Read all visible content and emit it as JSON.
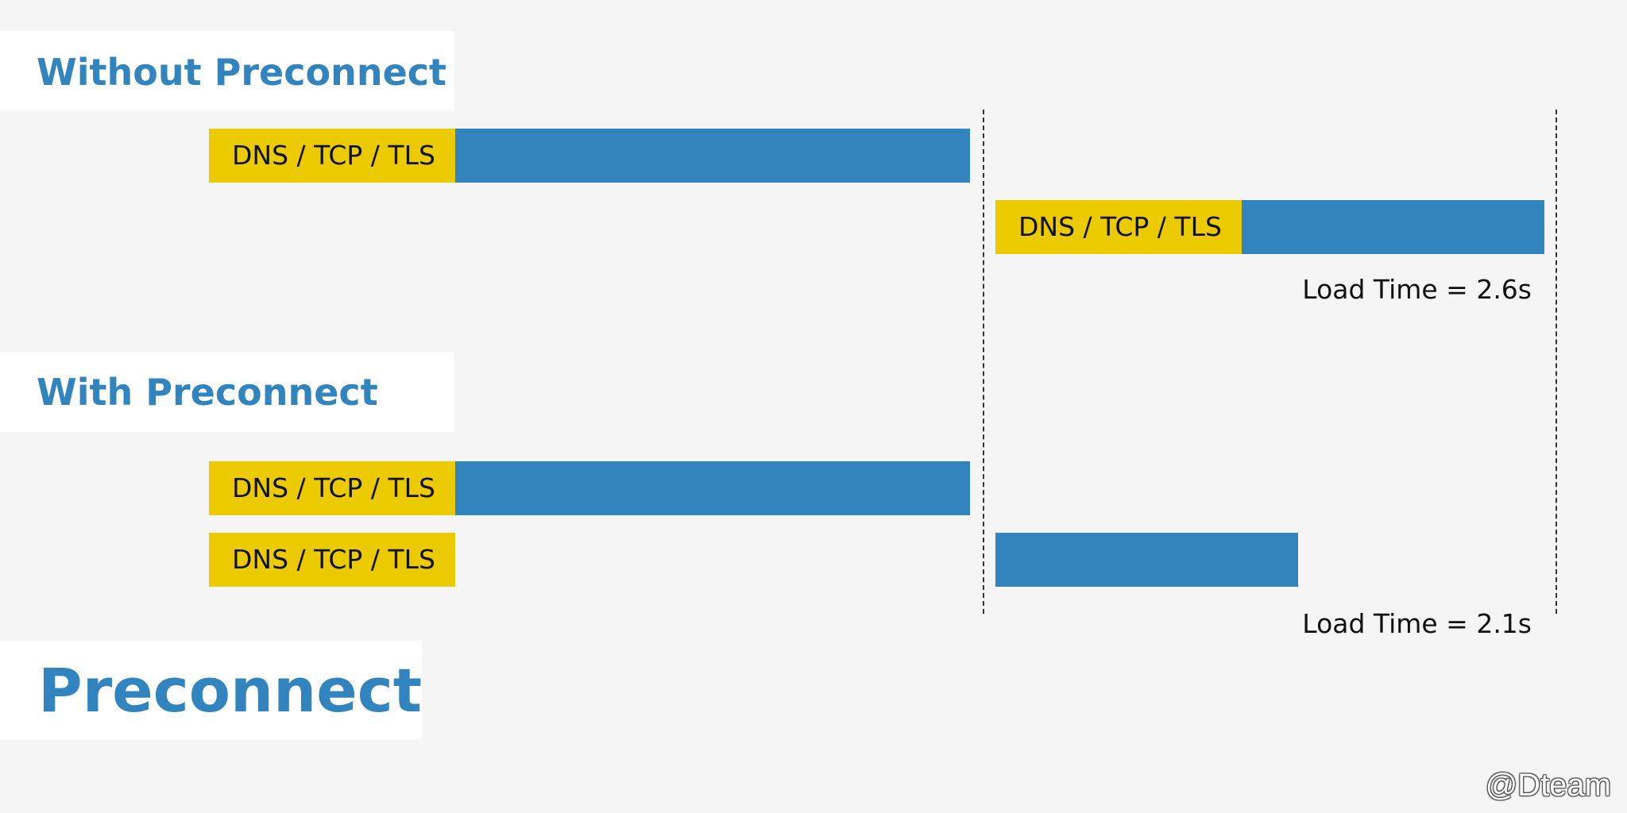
{
  "sections": [
    {
      "heading": "Without Preconnect",
      "rows": [
        {
          "label": "DNS / TCP / TLS"
        },
        {
          "label": "DNS / TCP / TLS"
        }
      ],
      "load_time": "Load Time = 2.6s"
    },
    {
      "heading": "With Preconnect",
      "rows": [
        {
          "label": "DNS / TCP / TLS"
        },
        {
          "label": "DNS / TCP / TLS"
        }
      ],
      "load_time": "Load Time = 2.1s"
    }
  ],
  "title": "Preconnect",
  "watermark": "@Dteam",
  "colors": {
    "background": "#f5f5f5",
    "heading": "#3284be",
    "connection_bar": "#ebcb00",
    "download_bar": "#3284be",
    "divider": "#333333"
  }
}
